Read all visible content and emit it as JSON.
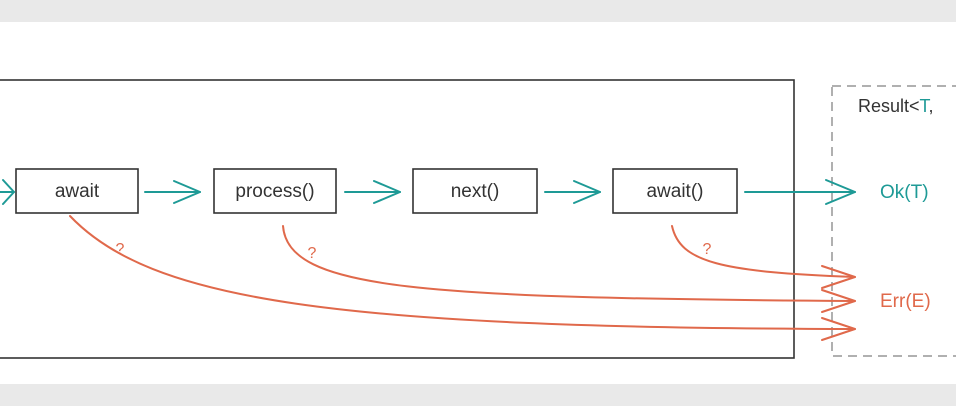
{
  "steps": [
    {
      "label": "await"
    },
    {
      "label": "process()"
    },
    {
      "label": "next()"
    },
    {
      "label": "await()"
    }
  ],
  "error_marker": "?",
  "result": {
    "title_prefix": "Result<",
    "title_type": "T",
    "title_suffix": ",",
    "ok_label": "Ok(T)",
    "err_label": "Err(E)"
  },
  "colors": {
    "teal": "#1e9a96",
    "error": "#e0694b",
    "frame": "#333333",
    "dashed": "#b0b0b0"
  }
}
